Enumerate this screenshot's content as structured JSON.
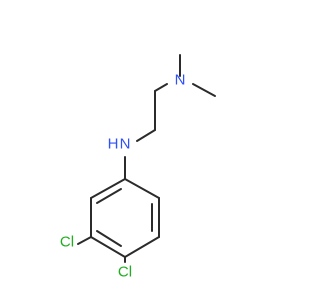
{
  "atoms": {
    "n_amine": {
      "label": "N",
      "color": "#3050f8"
    },
    "n_dimethyl": {
      "label": "N",
      "color": "#3050f8"
    },
    "cl_3": {
      "label": "Cl",
      "color": "#1fae1f"
    },
    "cl_4": {
      "label": "Cl",
      "color": "#1fae1f"
    },
    "h_amine": {
      "label": "H",
      "color": "#3050f8"
    }
  },
  "colors": {
    "bond": "#2b2b2b",
    "background": "#ffffff"
  }
}
